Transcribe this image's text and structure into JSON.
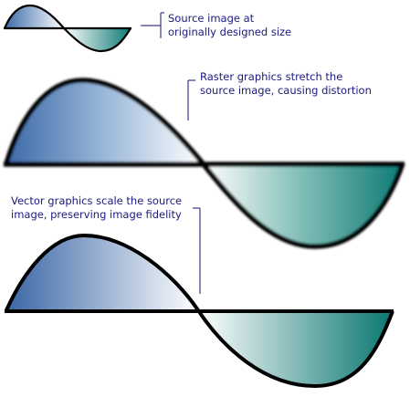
{
  "captions": {
    "source": [
      "Source image at",
      "originally designed size"
    ],
    "raster": [
      "Raster graphics stretch the",
      "source image, causing distortion"
    ],
    "vector": [
      "Vector graphics scale the source",
      "image, preserving image fidelity"
    ]
  },
  "colors": {
    "caption_text": "#1a1a80",
    "bracket": "#3a3a8c",
    "outline": "#000000",
    "blue_dark": "#3c6aa8",
    "teal_dark": "#0e7a74",
    "fade": "#ffffff"
  }
}
